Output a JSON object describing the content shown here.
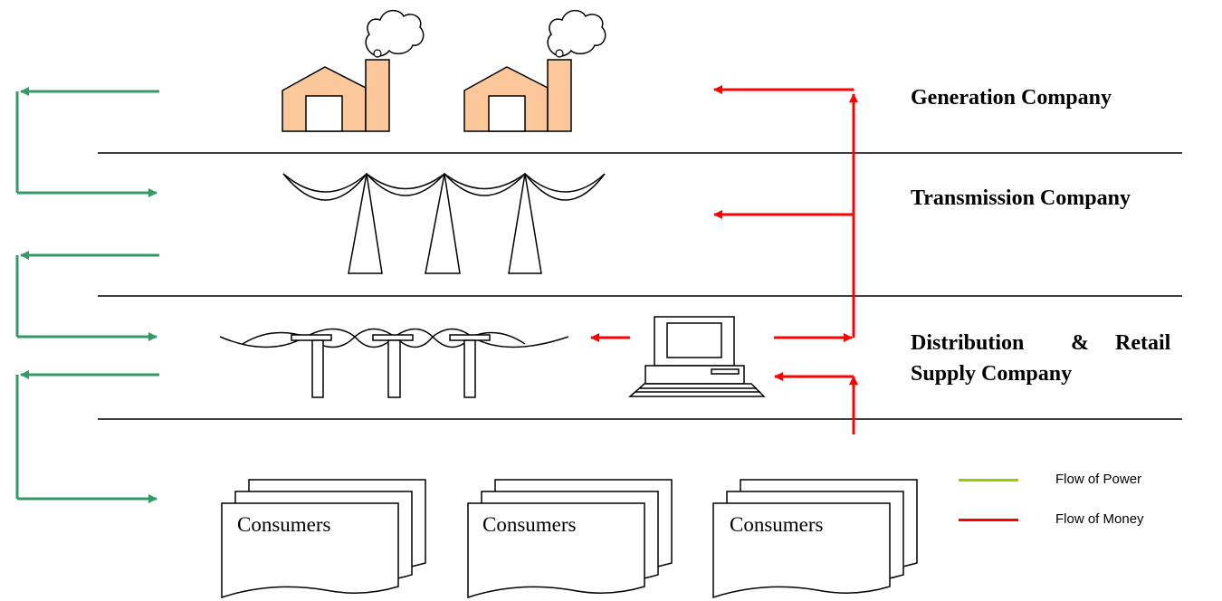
{
  "tiers": {
    "generation": "Generation Company",
    "transmission": "Transmission Company",
    "distribution_line1_a": "Distribution",
    "distribution_line1_b": "&",
    "distribution_line1_c": "Retail",
    "distribution_line2": "Supply Company"
  },
  "consumers": [
    "Consumers",
    "Consumers",
    "Consumers"
  ],
  "legend": [
    {
      "label": "Flow of Power",
      "color": "#99cc00"
    },
    {
      "label": "Flow of Money",
      "color": "#ff0000"
    }
  ],
  "colors": {
    "power_arrow": "#339966",
    "money_arrow": "#ff0000",
    "factory_fill": "#fcc89b"
  }
}
